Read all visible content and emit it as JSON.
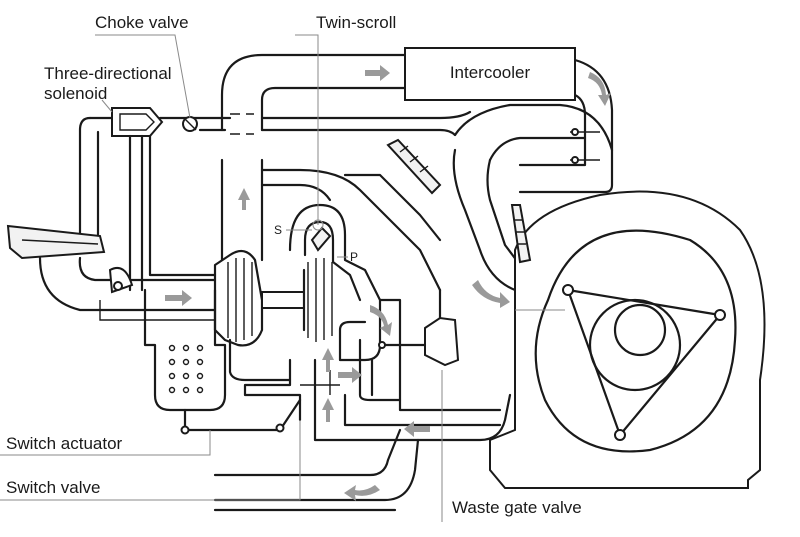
{
  "labels": {
    "choke_valve": "Choke valve",
    "three_directional_solenoid_line1": "Three-directional",
    "three_directional_solenoid_line2": "solenoid",
    "twin_scroll": "Twin-scroll",
    "intercooler": "Intercooler",
    "scroll_s": "S",
    "scroll_p": "P",
    "switch_actuator": "Switch actuator",
    "switch_valve": "Switch valve",
    "waste_gate_valve": "Waste gate valve"
  },
  "colors": {
    "line": "#1a1a1a",
    "leader": "#8a8a8a",
    "flow_arrow": "#9a9a9a"
  },
  "icons": [
    "flow-arrow",
    "spark-plug",
    "rotor",
    "turbine-wheel",
    "compressor-wheel"
  ]
}
